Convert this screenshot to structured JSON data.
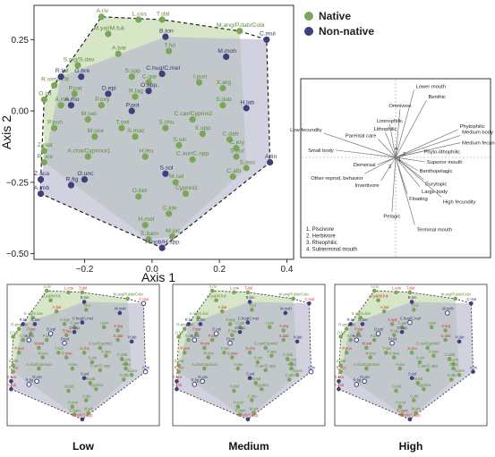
{
  "colors": {
    "native": "#7da55a",
    "nonnative": "#3f3f7c",
    "native_label": "#5e8a3c",
    "nonnative_label": "#36366e",
    "hull_native": "#c9ddb4",
    "hull_nonnative": "#b3b3cc",
    "highlight_label": "#cc3333"
  },
  "chart_data": [
    {
      "id": "main",
      "type": "scatter",
      "xlabel": "Axis 1",
      "ylabel": "Axis 2",
      "xlim": [
        -0.35,
        0.42
      ],
      "ylim": [
        -0.52,
        0.37
      ],
      "xticks": [
        -0.2,
        0.0,
        0.2,
        0.4
      ],
      "xtick_labels": [
        "−0.2",
        "0.0",
        "0.2",
        "0.4"
      ],
      "yticks": [
        -0.5,
        -0.25,
        0.0,
        0.25
      ],
      "ytick_labels": [
        "−0.50",
        "−0.25",
        "0.00",
        "0.25"
      ],
      "grid": false,
      "legend_position": "top-right",
      "legend": [
        {
          "name": "Native",
          "group": "native"
        },
        {
          "name": "Non-native",
          "group": "nonnative"
        }
      ],
      "series": [
        {
          "name": "Native",
          "points": [
            {
              "label": "A.riv",
              "x": -0.15,
              "y": 0.33
            },
            {
              "label": "L.cos",
              "x": -0.04,
              "y": 0.32
            },
            {
              "label": "T.dal",
              "x": 0.03,
              "y": 0.32
            },
            {
              "label": "M.ang/P.dab/Cobi",
              "x": 0.26,
              "y": 0.28
            },
            {
              "label": "M.yal/M.fuk",
              "x": -0.13,
              "y": 0.27
            },
            {
              "label": "A.bar",
              "x": -0.1,
              "y": 0.2
            },
            {
              "label": "T.ful",
              "x": 0.05,
              "y": 0.21
            },
            {
              "label": "S.nig/S.dav",
              "x": -0.22,
              "y": 0.16
            },
            {
              "label": "S.spp",
              "x": -0.06,
              "y": 0.12
            },
            {
              "label": "C.gar",
              "x": -0.01,
              "y": 0.1
            },
            {
              "label": "I.pun",
              "x": 0.14,
              "y": 0.1
            },
            {
              "label": "X.arg",
              "x": 0.21,
              "y": 0.08
            },
            {
              "label": "R.sim/R.lit",
              "x": -0.29,
              "y": 0.09
            },
            {
              "label": "A.mo",
              "x": -0.27,
              "y": 0.02
            },
            {
              "label": "P.par",
              "x": -0.23,
              "y": 0.06
            },
            {
              "label": "R.lag",
              "x": -0.05,
              "y": 0.05
            },
            {
              "label": "P.oxy",
              "x": -0.15,
              "y": 0.02
            },
            {
              "label": "S.dab",
              "x": 0.21,
              "y": 0.02
            },
            {
              "label": "O.lat",
              "x": -0.32,
              "y": 0.04
            },
            {
              "label": "M.swi",
              "x": -0.19,
              "y": -0.03
            },
            {
              "label": "T.swi",
              "x": -0.09,
              "y": -0.06
            },
            {
              "label": "P.pun",
              "x": -0.29,
              "y": -0.06
            },
            {
              "label": "M.oce",
              "x": -0.17,
              "y": -0.09
            },
            {
              "label": "S.chu",
              "x": 0.04,
              "y": -0.06
            },
            {
              "label": "S.mac",
              "x": -0.05,
              "y": -0.09
            },
            {
              "label": "C.car/Cyprini2",
              "x": 0.12,
              "y": -0.03
            },
            {
              "label": "X.spp.",
              "x": 0.15,
              "y": -0.08
            },
            {
              "label": "S.sin",
              "x": 0.08,
              "y": -0.12
            },
            {
              "label": "C.dab",
              "x": 0.23,
              "y": -0.1
            },
            {
              "label": "C.ery",
              "x": 0.25,
              "y": -0.13
            },
            {
              "label": "S.cur",
              "x": 0.25,
              "y": -0.16
            },
            {
              "label": "Z.plat",
              "x": -0.32,
              "y": -0.14
            },
            {
              "label": "R.oce",
              "x": -0.32,
              "y": -0.18
            },
            {
              "label": "A.cha/Cyprinoi1",
              "x": -0.19,
              "y": -0.16
            },
            {
              "label": "H.leu",
              "x": -0.02,
              "y": -0.16
            },
            {
              "label": "C.aur/C.spp.",
              "x": 0.12,
              "y": -0.17
            },
            {
              "label": "S.aso",
              "x": 0.28,
              "y": -0.2
            },
            {
              "label": "C.alb",
              "x": 0.24,
              "y": -0.23
            },
            {
              "label": "M.sal",
              "x": 0.07,
              "y": -0.25
            },
            {
              "label": "Cyprini1",
              "x": 0.1,
              "y": -0.29
            },
            {
              "label": "O.bid",
              "x": -0.04,
              "y": -0.3
            },
            {
              "label": "C.ide",
              "x": 0.05,
              "y": -0.36
            },
            {
              "label": "H.mol",
              "x": -0.02,
              "y": -0.4
            },
            {
              "label": "E.bam",
              "x": -0.01,
              "y": -0.45
            },
            {
              "label": "M.pic",
              "x": 0.06,
              "y": -0.44
            }
          ]
        },
        {
          "name": "Non-native",
          "points": [
            {
              "label": "B.ton",
              "x": 0.04,
              "y": 0.26
            },
            {
              "label": "C.mul",
              "x": 0.34,
              "y": 0.25
            },
            {
              "label": "M.moh",
              "x": 0.22,
              "y": 0.19
            },
            {
              "label": "G.bre",
              "x": -0.21,
              "y": 0.12
            },
            {
              "label": "R.ter",
              "x": -0.27,
              "y": 0.12
            },
            {
              "label": "C.hug/C.mel",
              "x": 0.03,
              "y": 0.13
            },
            {
              "label": "O.spp.",
              "x": -0.01,
              "y": 0.07
            },
            {
              "label": "A.rho",
              "x": -0.24,
              "y": 0.02
            },
            {
              "label": "D.epi",
              "x": -0.13,
              "y": 0.06
            },
            {
              "label": "P.pot",
              "x": -0.06,
              "y": 0.0
            },
            {
              "label": "H.lab",
              "x": 0.28,
              "y": 0.01
            },
            {
              "label": "A.lin",
              "x": 0.35,
              "y": -0.18
            },
            {
              "label": "Z.aca",
              "x": -0.33,
              "y": -0.24
            },
            {
              "label": "O.unc",
              "x": -0.2,
              "y": -0.24
            },
            {
              "label": "R.fig",
              "x": -0.24,
              "y": -0.26
            },
            {
              "label": "S.sol",
              "x": 0.04,
              "y": -0.22
            },
            {
              "label": "A.imb",
              "x": -0.33,
              "y": -0.29
            },
            {
              "label": "H.nob/H.spp.",
              "x": 0.03,
              "y": -0.48
            }
          ]
        }
      ]
    },
    {
      "id": "biplot",
      "type": "biplot",
      "center_labels": [
        "1",
        "2",
        "3",
        "4"
      ],
      "legend_items": [
        "1. Piscivore",
        "2. Herbivore",
        "3. Rheophilic",
        "4. Subterminal mouth"
      ],
      "vectors": [
        {
          "label": "Lower mouth",
          "dx": 0.25,
          "dy": -0.92
        },
        {
          "label": "Benthic",
          "dx": 0.42,
          "dy": -0.78
        },
        {
          "label": "Omnivore",
          "dx": 0.06,
          "dy": -0.66
        },
        {
          "label": "Limnophilic",
          "dx": -0.08,
          "dy": -0.45
        },
        {
          "label": "Low fecundity",
          "dx": -0.98,
          "dy": -0.33
        },
        {
          "label": "Lithophilic",
          "dx": -0.14,
          "dy": -0.34
        },
        {
          "label": "Parental care",
          "dx": -0.24,
          "dy": -0.25
        },
        {
          "label": "Small body",
          "dx": -0.82,
          "dy": -0.1
        },
        {
          "label": "Phytophilic",
          "dx": 0.85,
          "dy": -0.38
        },
        {
          "label": "Medium body",
          "dx": 0.88,
          "dy": -0.3
        },
        {
          "label": "Medium fecundity",
          "dx": 0.88,
          "dy": -0.2
        },
        {
          "label": "Phyto-lithophilic",
          "dx": 0.36,
          "dy": -0.08
        },
        {
          "label": "Demersal",
          "dx": -0.25,
          "dy": 0.1
        },
        {
          "label": "Superior mouth",
          "dx": 0.4,
          "dy": 0.06
        },
        {
          "label": "Other reprod. behavior",
          "dx": -0.42,
          "dy": 0.22
        },
        {
          "label": "Benthopelagic",
          "dx": 0.3,
          "dy": 0.18
        },
        {
          "label": "Invertivore",
          "dx": -0.2,
          "dy": 0.32
        },
        {
          "label": "Eurytopic",
          "dx": 0.38,
          "dy": 0.3
        },
        {
          "label": "Large body",
          "dx": 0.33,
          "dy": 0.4
        },
        {
          "label": "High fecundity",
          "dx": 0.62,
          "dy": 0.54
        },
        {
          "label": "Floating",
          "dx": 0.16,
          "dy": 0.5
        },
        {
          "label": "Pelagic",
          "dx": -0.05,
          "dy": 0.74
        },
        {
          "label": "Terminal mouth",
          "dx": 0.26,
          "dy": 0.92
        }
      ]
    },
    {
      "id": "panels",
      "type": "scatter",
      "panels": [
        {
          "title": "Low",
          "red": [
            "L.cos",
            "T.dal",
            "A.bar",
            "S.dab",
            "X.arg",
            "R.lag",
            "P.par",
            "S.chu",
            "M.swi",
            "P.pun",
            "R.oce",
            "Z.aca",
            "A.imb",
            "C.mul",
            "S.mac",
            "H.nob/H.spp."
          ],
          "open": [
            "A.rho",
            "D.epi",
            "P.pot",
            "O.unc",
            "R.fig",
            "C.mul",
            "A.lin"
          ]
        },
        {
          "title": "Medium",
          "red": [
            "L.cos",
            "T.dal",
            "A.bar",
            "S.dab",
            "X.arg",
            "P.par",
            "S.chu",
            "M.swi",
            "P.pun",
            "R.oce",
            "Z.aca",
            "A.imb",
            "C.mul",
            "S.mac",
            "P.oxy",
            "H.nob/H.spp."
          ],
          "open": [
            "A.rho",
            "D.epi",
            "P.pot",
            "O.unc",
            "R.fig",
            "A.lin"
          ]
        },
        {
          "title": "High",
          "red": [
            "L.cos",
            "T.dal",
            "M.yal/M.fuk",
            "A.bar",
            "S.spp",
            "S.dab",
            "X.arg",
            "P.par",
            "S.chu",
            "M.swi",
            "P.pun",
            "R.oce",
            "Z.aca",
            "A.imb",
            "E.bam",
            "H.nob/H.spp."
          ],
          "open": [
            "A.rho",
            "D.epi",
            "P.pot",
            "O.unc",
            "R.fig",
            "C.hug/C.mel",
            "M.moh"
          ]
        }
      ]
    }
  ]
}
